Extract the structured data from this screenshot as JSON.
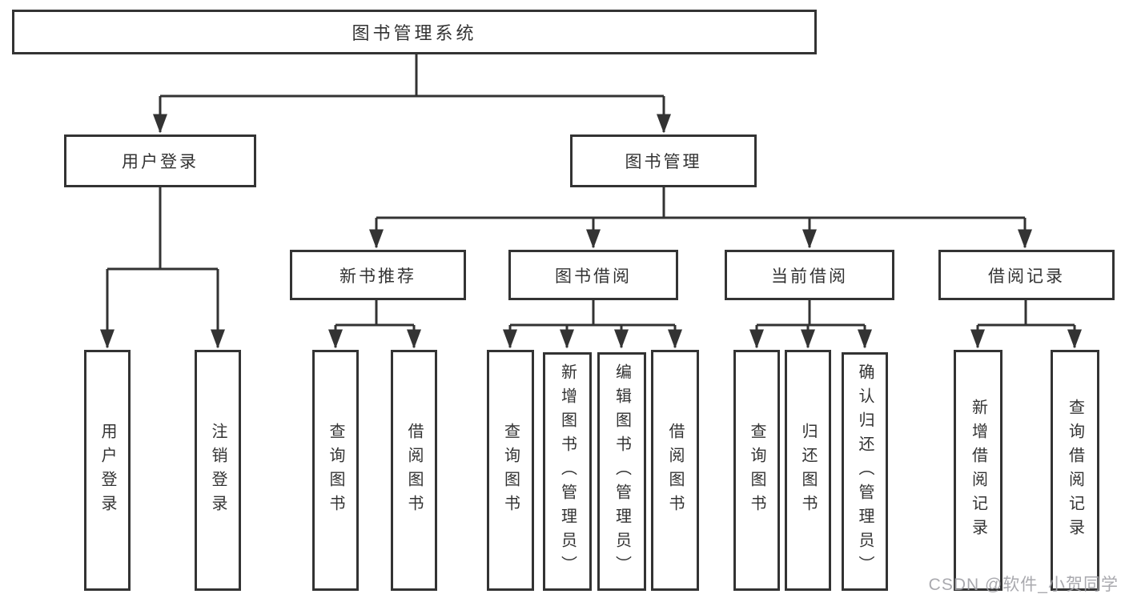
{
  "diagram": {
    "root": {
      "label": "图书管理系统"
    },
    "level2": [
      {
        "label": "用户登录"
      },
      {
        "label": "图书管理"
      }
    ],
    "level3": [
      {
        "label": "新书推荐"
      },
      {
        "label": "图书借阅"
      },
      {
        "label": "当前借阅"
      },
      {
        "label": "借阅记录"
      }
    ],
    "leaves": {
      "user_login": [
        "用户登录",
        "注销登录"
      ],
      "new_books": [
        "查询图书",
        "借阅图书"
      ],
      "book_borrow": [
        "查询图书",
        "新增图书（管理员）",
        "编辑图书（管理员）",
        "借阅图书"
      ],
      "current_borrow": [
        "查询图书",
        "归还图书",
        "确认归还（管理员）"
      ],
      "borrow_records": [
        "新增借阅记录",
        "查询借阅记录"
      ]
    }
  },
  "watermark": {
    "text": "CSDN @软件_小贺同学"
  },
  "colors": {
    "line": "#333333",
    "box_background": "#ffffff",
    "text": "#333333",
    "watermark": "#a0a0a5"
  }
}
